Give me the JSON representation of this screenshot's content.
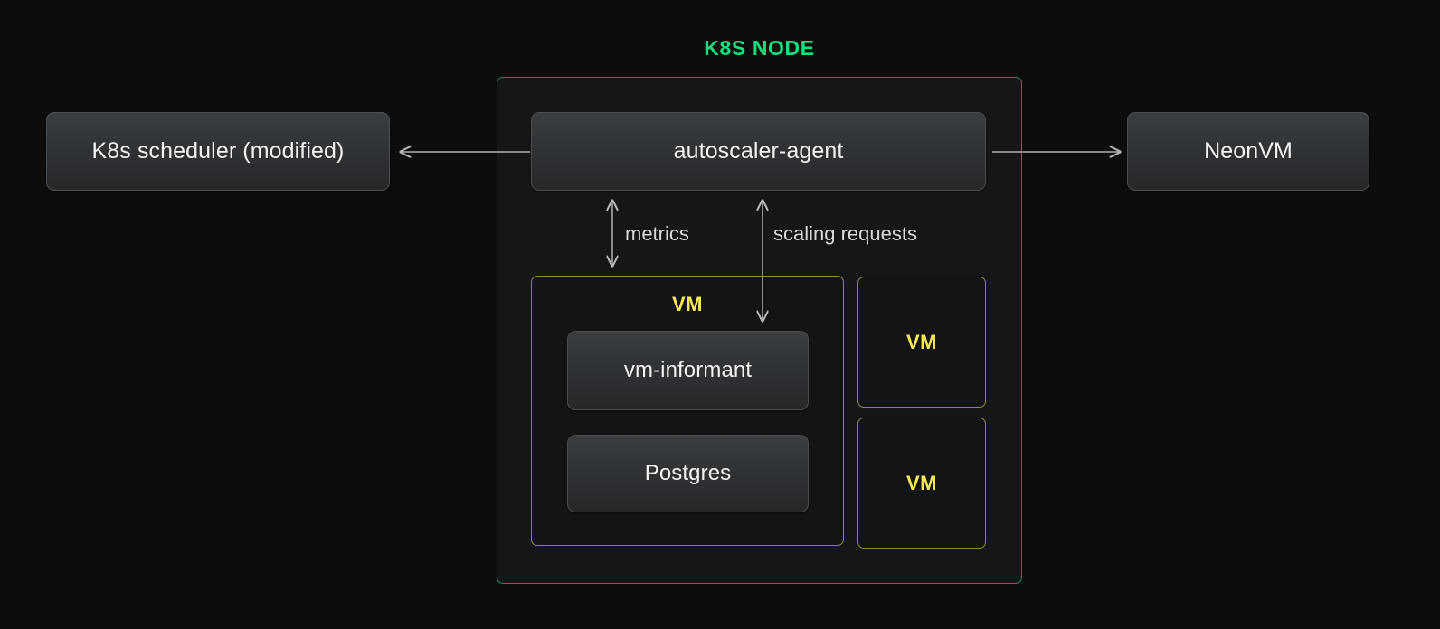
{
  "diagram": {
    "title": "K8S NODE",
    "accent_green": "#14e07e",
    "accent_yellow": "#f5e65a",
    "background": "#0d0d0d",
    "container_fill": "#141618",
    "nodes": {
      "scheduler": "K8s scheduler (modified)",
      "agent": "autoscaler-agent",
      "neonvm": "NeonVM",
      "informant": "vm-informant",
      "postgres": "Postgres",
      "vm_main": "VM",
      "vm_second": "VM",
      "vm_third": "VM"
    },
    "edges": {
      "metrics": "metrics",
      "scaling_requests": "scaling requests"
    }
  }
}
